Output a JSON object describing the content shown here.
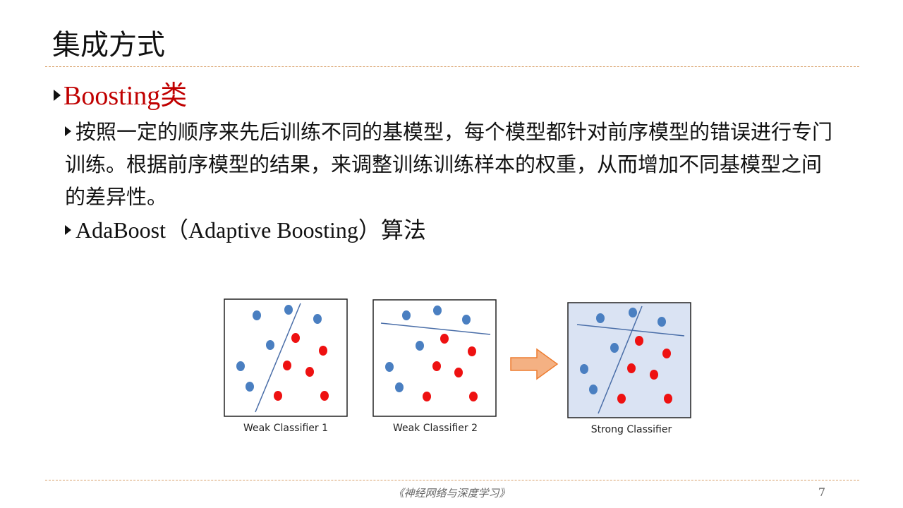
{
  "slide": {
    "title": "集成方式",
    "bullet": "Boosting类",
    "sub_bullets": [
      "按照一定的顺序来先后训练不同的基模型，每个模型都针对前序模型的错误进行专门训练。根据前序模型的结果，来调整训练训练样本的权重，从而增加不同基模型之间的差异性。",
      "AdaBoost（Adaptive Boosting）算法"
    ],
    "footer": "《神经网络与深度学习》",
    "page_number": "7"
  },
  "figure": {
    "panels": [
      {
        "label": "Weak Classifier 1",
        "shaded": false
      },
      {
        "label": "Weak Classifier 2",
        "shaded": false
      },
      {
        "label": "Strong Classifier",
        "shaded": true
      }
    ],
    "colors": {
      "blue": "#4a7fc1",
      "red": "#ee1111",
      "arrow_fill": "#f4b183",
      "arrow_stroke": "#ed7d31",
      "shade": "#dae3f3",
      "title_red": "#c00000",
      "rule": "#d89f68"
    }
  }
}
